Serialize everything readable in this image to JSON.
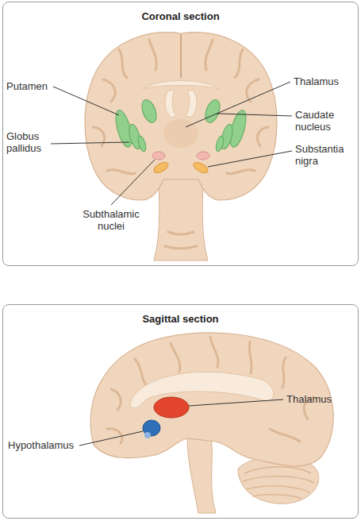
{
  "diagram": {
    "nodes": [
      {
        "text": [
          "Coronal section"
        ]
      },
      {
        "text": [
          "Sagittal section"
        ]
      }
    ],
    "labels": [
      "Putamen",
      "Globus pallidus",
      "Subthalamic nuclei",
      "Thalamus",
      "Caudate nucleus",
      "Substantia nigra",
      "Thalamus",
      "Hypothalamus"
    ]
  }
}
